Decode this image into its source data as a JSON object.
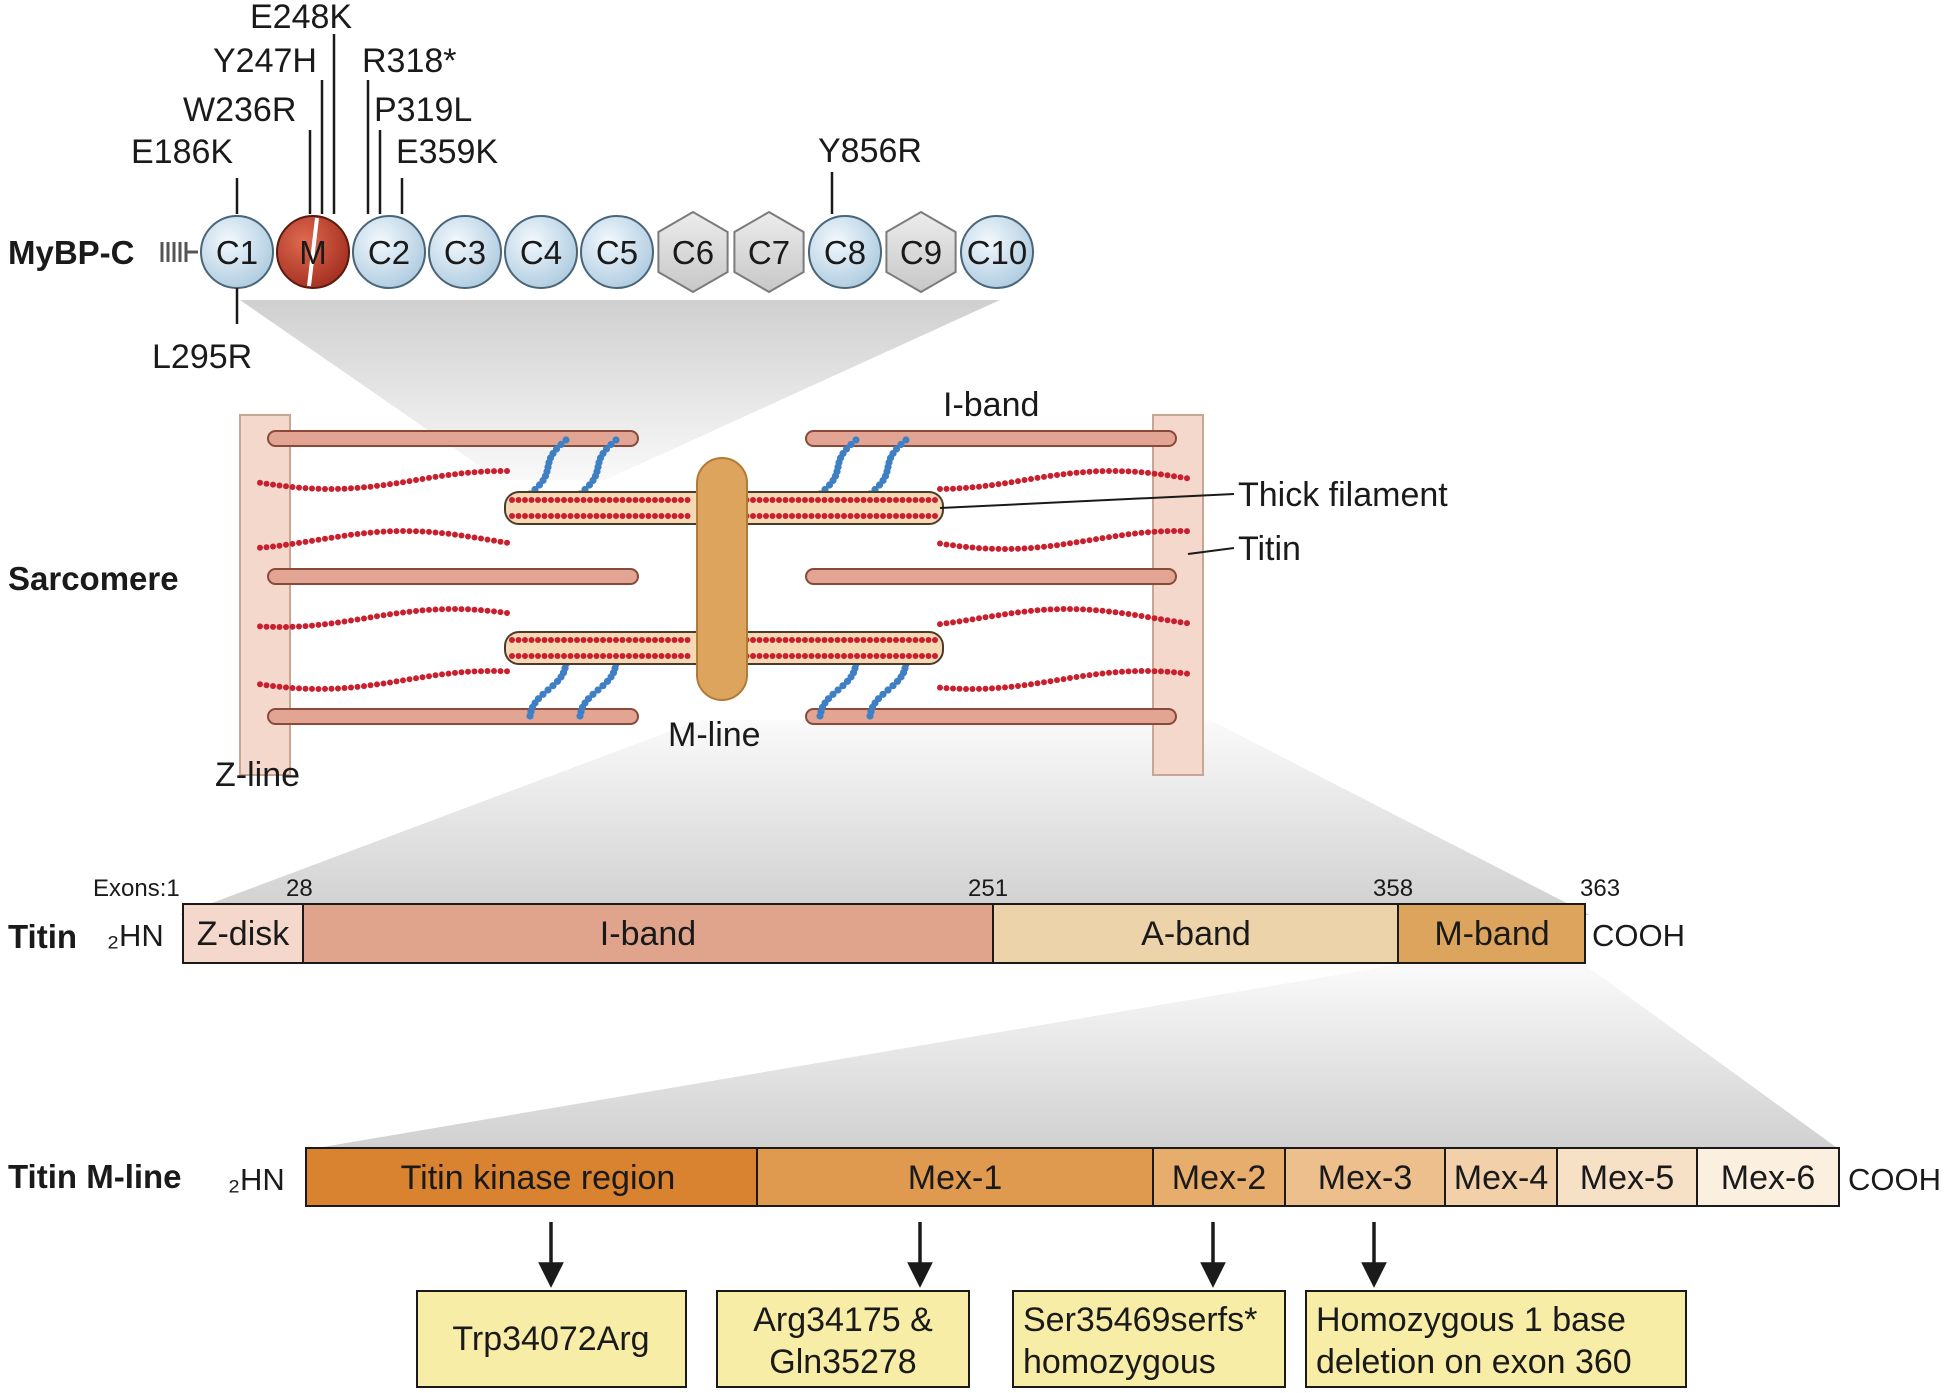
{
  "mybpc": {
    "label": "MyBP-C",
    "domains": [
      "C1",
      "M",
      "C2",
      "C3",
      "C4",
      "C5",
      "C6",
      "C7",
      "C8",
      "C9",
      "C10"
    ],
    "mutations": {
      "e186k": "E186K",
      "w236r": "W236R",
      "y247h": "Y247H",
      "e248k": "E248K",
      "r318": "R318*",
      "p319l": "P319L",
      "e359k": "E359K",
      "y856r": "Y856R",
      "l295r": "L295R"
    }
  },
  "sarcomere": {
    "label": "Sarcomere",
    "i_band": "I-band",
    "thick_filament": "Thick filament",
    "titin": "Titin",
    "m_line": "M-line",
    "z_line": "Z-line"
  },
  "titin": {
    "label": "Titin",
    "exons_prefix": "Exons:1",
    "exon_numbers": [
      "28",
      "251",
      "358",
      "363"
    ],
    "n_term": "₂HN",
    "c_term": "COOH",
    "regions": [
      "Z-disk",
      "I-band",
      "A-band",
      "M-band"
    ]
  },
  "titin_mline": {
    "label": "Titin M-line",
    "n_term": "₂HN",
    "c_term": "COOH",
    "regions": [
      "Titin kinase region",
      "Mex-1",
      "Mex-2",
      "Mex-3",
      "Mex-4",
      "Mex-5",
      "Mex-6"
    ],
    "mutation_boxes": [
      [
        "Trp34072Arg"
      ],
      [
        "Arg34175 &",
        "Gln35278"
      ],
      [
        "Ser35469serfs*",
        "homozygous"
      ],
      [
        "Homozygous 1 base",
        "deletion on exon 360"
      ]
    ]
  },
  "colors": {
    "domain_blue": "#cfe3f1",
    "domain_m_red": "#c0392b",
    "hexagon_gray": "#d8d8d8",
    "thin_filament": "#e3a593",
    "titin_beads": "#c8202e",
    "myosin_heads": "#3f7fc3",
    "m_line": "#dca45c",
    "z_line": "#f4d8cc",
    "mutation_box": "#f8eda6"
  }
}
